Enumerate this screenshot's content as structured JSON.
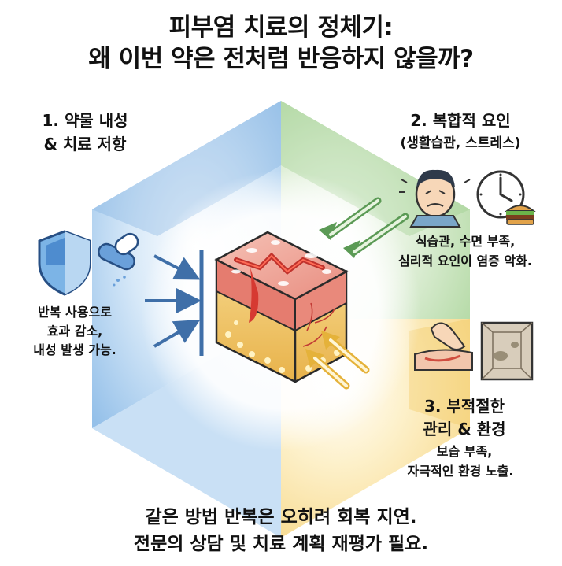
{
  "title": {
    "line1": "피부염 치료의 정체기:",
    "line2": "왜 이번 약은 전처럼 반응하지 않을까?"
  },
  "sections": [
    {
      "heading_line1": "1. 약물 내성",
      "heading_line2": "& 치료 저항",
      "desc_lines": [
        "반복 사용으로",
        "효과 감소,",
        "내성 발생 가능."
      ],
      "color": "#4a86c8"
    },
    {
      "heading_line1": "2. 복합적 요인",
      "heading_line2": "(생활습관, 스트레스)",
      "desc_lines": [
        "식습관, 수면 부족,",
        "심리적 요인이 염증 악화."
      ],
      "color": "#6fb86a"
    },
    {
      "heading_line1": "3. 부적절한",
      "heading_line2": "관리 & 환경",
      "desc_lines": [
        "보습 부족,",
        "자극적인 환경 노출."
      ],
      "color": "#f0c040"
    }
  ],
  "footer": {
    "line1": "같은 방법 반복은 오히려 회복 지연.",
    "line2": "전문의 상담 및 치료 계획 재평가 필요."
  },
  "icons": [
    "shield-icon",
    "capsule-icon",
    "stressed-face-icon",
    "clock-icon",
    "burger-icon",
    "scratching-hand-icon",
    "moldy-room-icon",
    "skin-cross-section-icon"
  ]
}
